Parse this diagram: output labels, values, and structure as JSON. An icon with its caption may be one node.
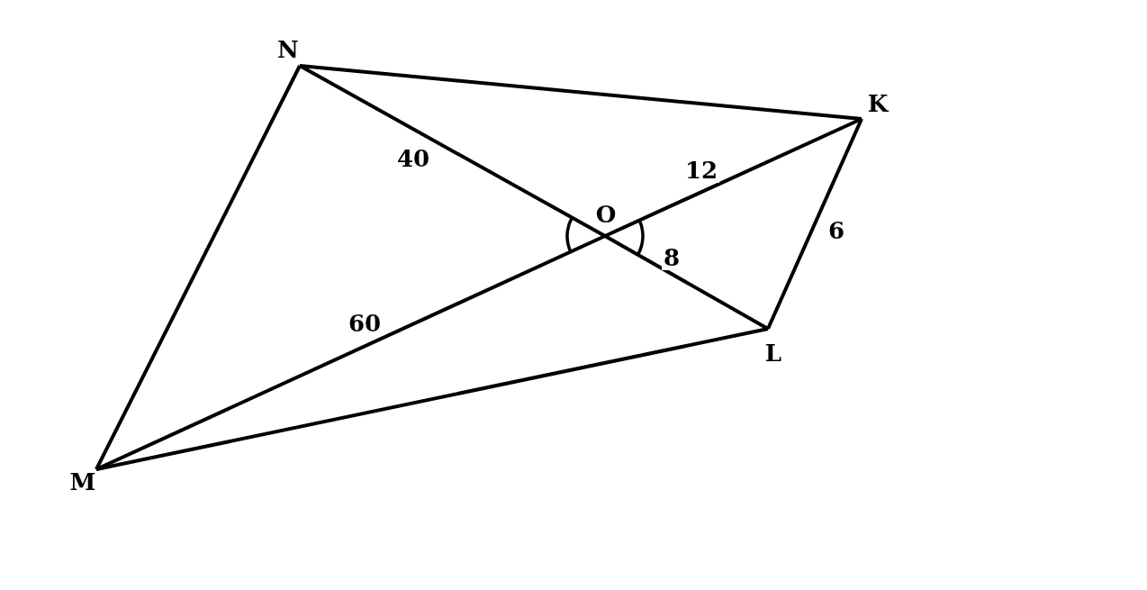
{
  "diagram": {
    "nodes": [
      {
        "text": [
          "N"
        ]
      },
      {
        "text": [
          "K"
        ]
      },
      {
        "text": [
          "L"
        ]
      },
      {
        "text": [
          "M"
        ]
      },
      {
        "text": [
          "O"
        ]
      }
    ],
    "edges": [
      {
        "from": 0,
        "to": 1,
        "arrow": "none"
      },
      {
        "from": 1,
        "to": 2,
        "arrow": "none",
        "label": "6"
      },
      {
        "from": 2,
        "to": 3,
        "arrow": "none"
      },
      {
        "from": 3,
        "to": 0,
        "arrow": "none"
      },
      {
        "from": 0,
        "to": 4,
        "arrow": "none",
        "label": "40"
      },
      {
        "from": 4,
        "to": 2,
        "arrow": "none",
        "label": "8"
      },
      {
        "from": 3,
        "to": 4,
        "arrow": "none",
        "label": "60"
      },
      {
        "from": 4,
        "to": 1,
        "arrow": "none",
        "label": "12"
      }
    ]
  }
}
